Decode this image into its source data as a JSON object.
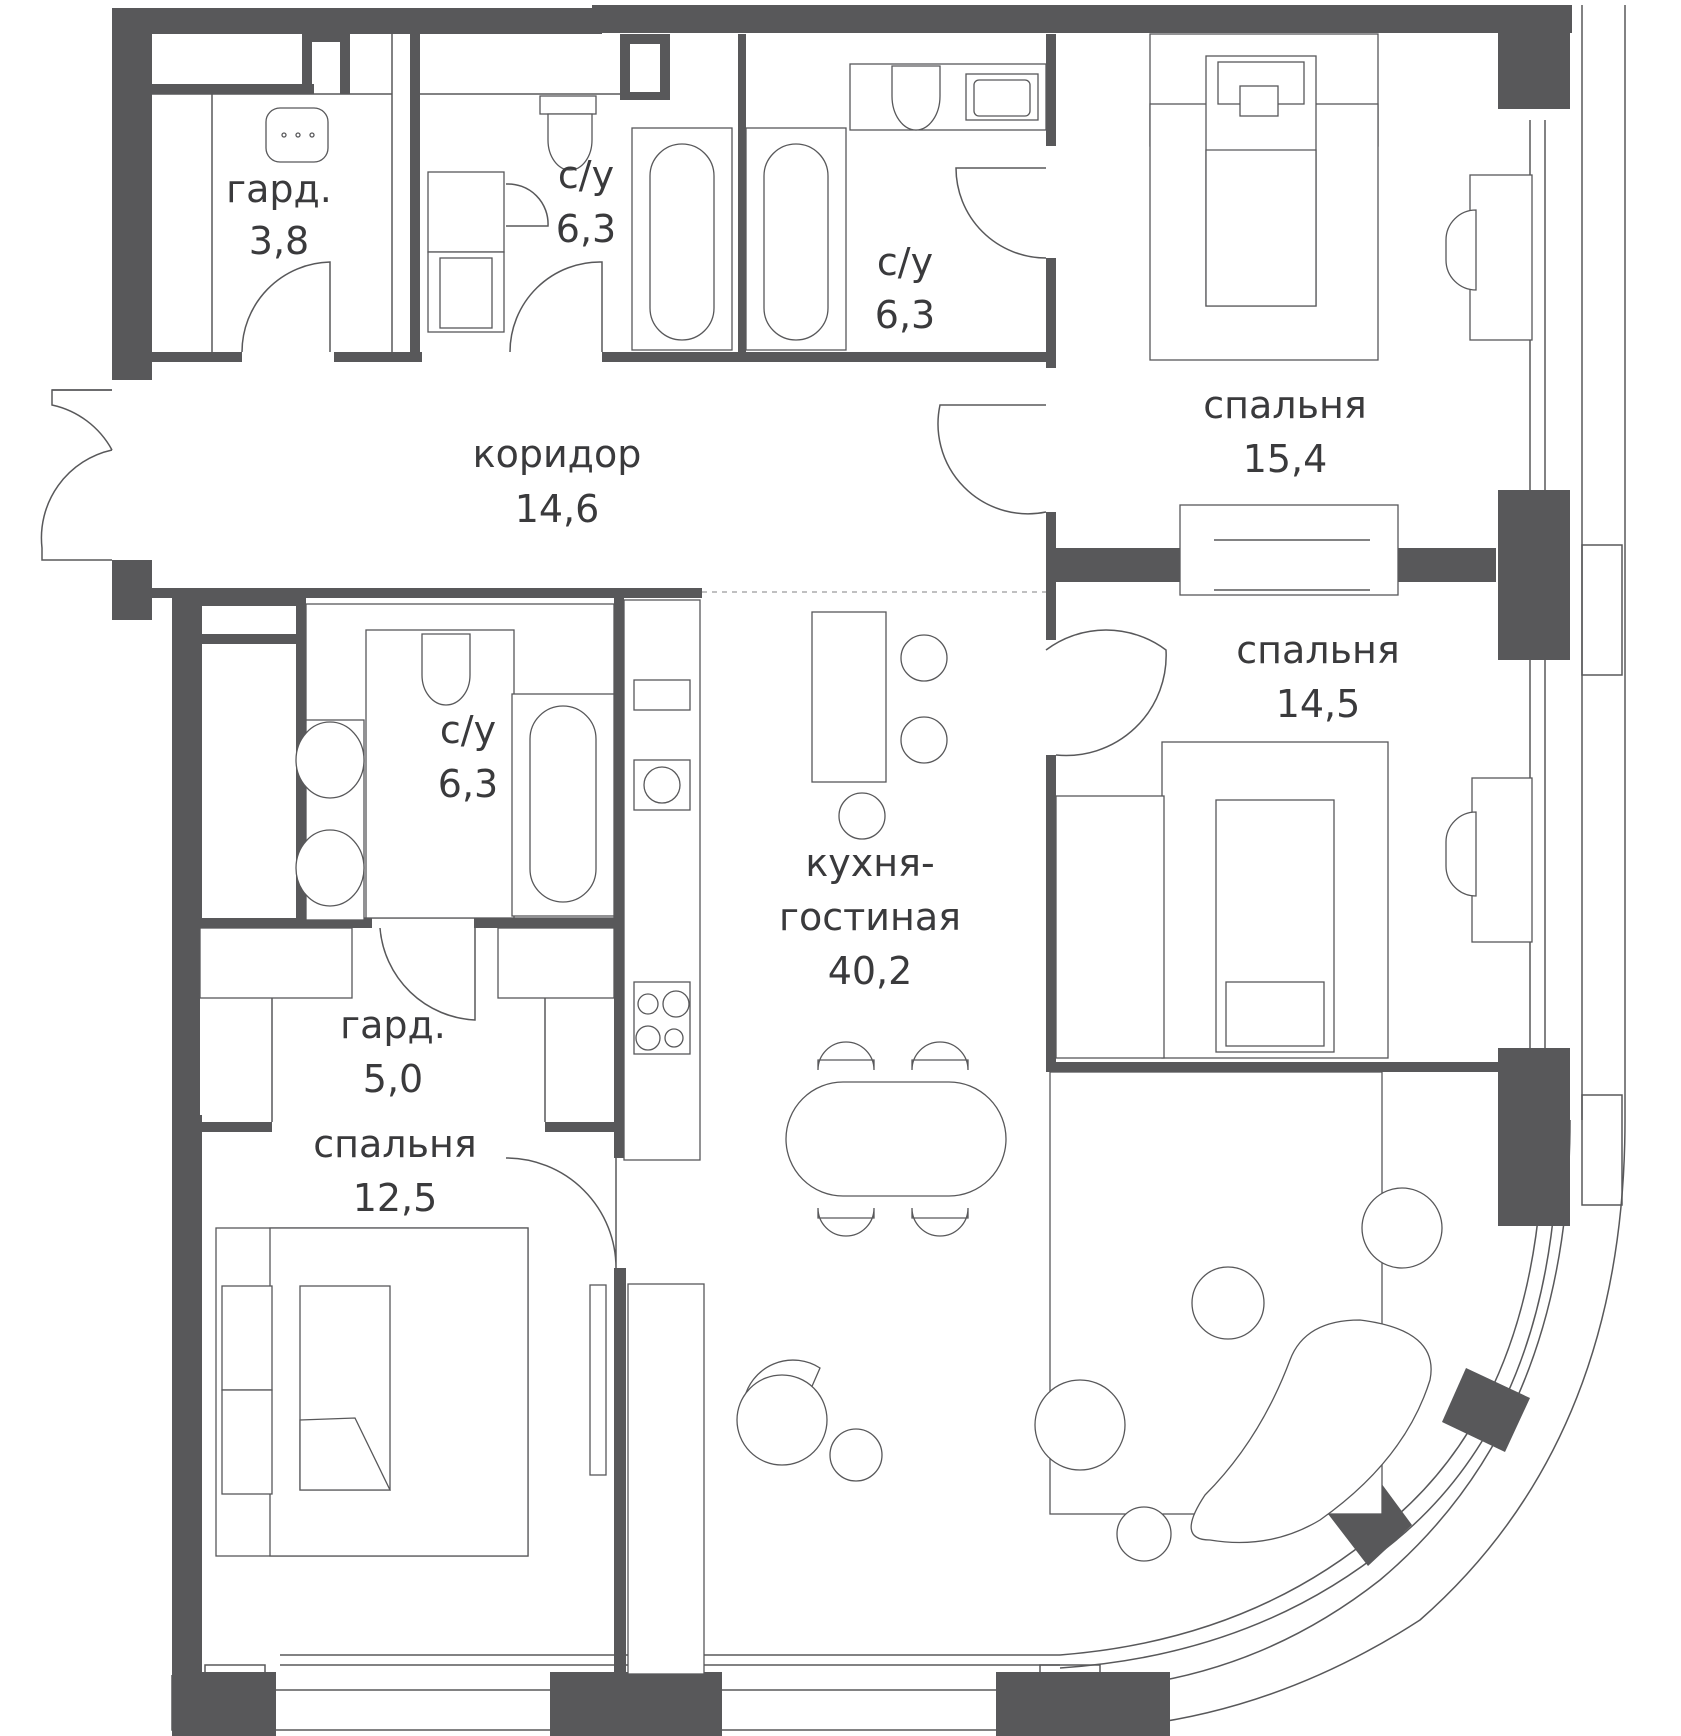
{
  "rooms": [
    {
      "id": "wardrobe-1",
      "name": "гард.",
      "area": "3,8"
    },
    {
      "id": "bathroom-1",
      "name": "с/у",
      "area": "6,3"
    },
    {
      "id": "bathroom-2",
      "name": "с/у",
      "area": "6,3"
    },
    {
      "id": "bedroom-1",
      "name": "спальня",
      "area": "15,4"
    },
    {
      "id": "corridor",
      "name": "коридор",
      "area": "14,6"
    },
    {
      "id": "bedroom-2",
      "name": "спальня",
      "area": "14,5"
    },
    {
      "id": "bathroom-3",
      "name": "с/у",
      "area": "6,3"
    },
    {
      "id": "kitchen-living",
      "name_line1": "кухня-",
      "name_line2": "гостиная",
      "area": "40,2"
    },
    {
      "id": "wardrobe-2",
      "name": "гард.",
      "area": "5,0"
    },
    {
      "id": "bedroom-3",
      "name": "спальня",
      "area": "12,5"
    }
  ],
  "colors": {
    "wall": "#58585a",
    "line": "#58585a",
    "background": "#ffffff"
  }
}
